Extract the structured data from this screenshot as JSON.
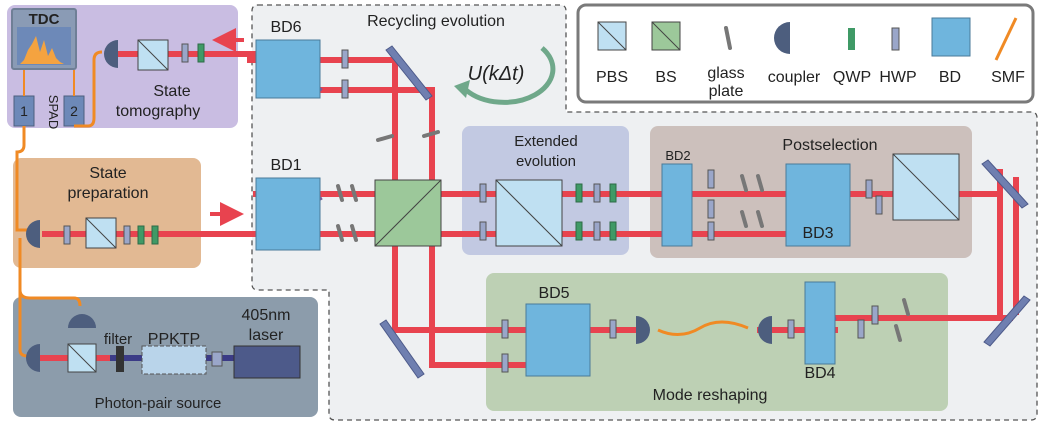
{
  "labels": {
    "tdc": "TDC",
    "spad": "SPAD",
    "ch1": "1",
    "ch2": "2",
    "state_tomography_1": "State",
    "state_tomography_2": "tomography",
    "state_preparation_1": "State",
    "state_preparation_2": "preparation",
    "photon_pair_source": "Photon-pair source",
    "filter": "filter",
    "ppktp": "PPKTP",
    "laser_1": "405nm",
    "laser_2": "laser",
    "bd1": "BD1",
    "bd2": "BD2",
    "bd3": "BD3",
    "bd4": "BD4",
    "bd5": "BD5",
    "bd6": "BD6",
    "recycling_evolution": "Recycling evolution",
    "u_operator": "U(kΔt)",
    "extended_evolution_1": "Extended",
    "extended_evolution_2": "evolution",
    "postselection": "Postselection",
    "mode_reshaping": "Mode reshaping"
  },
  "legend": {
    "items": [
      {
        "icon": "pbs-icon",
        "label": "PBS"
      },
      {
        "icon": "bs-icon",
        "label": "BS"
      },
      {
        "icon": "glass-plate-icon",
        "label": "glass",
        "label2": "plate"
      },
      {
        "icon": "coupler-icon",
        "label": "coupler"
      },
      {
        "icon": "qwp-icon",
        "label": "QWP"
      },
      {
        "icon": "hwp-icon",
        "label": "HWP"
      },
      {
        "icon": "bd-icon",
        "label": "BD"
      },
      {
        "icon": "smf-icon",
        "label": "SMF"
      }
    ]
  },
  "colors": {
    "beam": "#e8434f",
    "beam_inner": "#7b5a9a",
    "fiber": "#f08a24",
    "bd": "#6fb5dd",
    "pbs": "#bfe0f2",
    "bs": "#9cc89a",
    "qwp": "#3f9a66",
    "hwp": "#9aa6c9",
    "coupler": "#4d5e7e",
    "tomo_box": "#c9bde2",
    "prep_box": "#e2b993",
    "source_box": "#8c9cab",
    "ext_box": "#c2c9e2",
    "post_box": "#ccc0bc",
    "reshape_box": "#bdd0b4",
    "recycle_panel": "#eef0f2"
  }
}
